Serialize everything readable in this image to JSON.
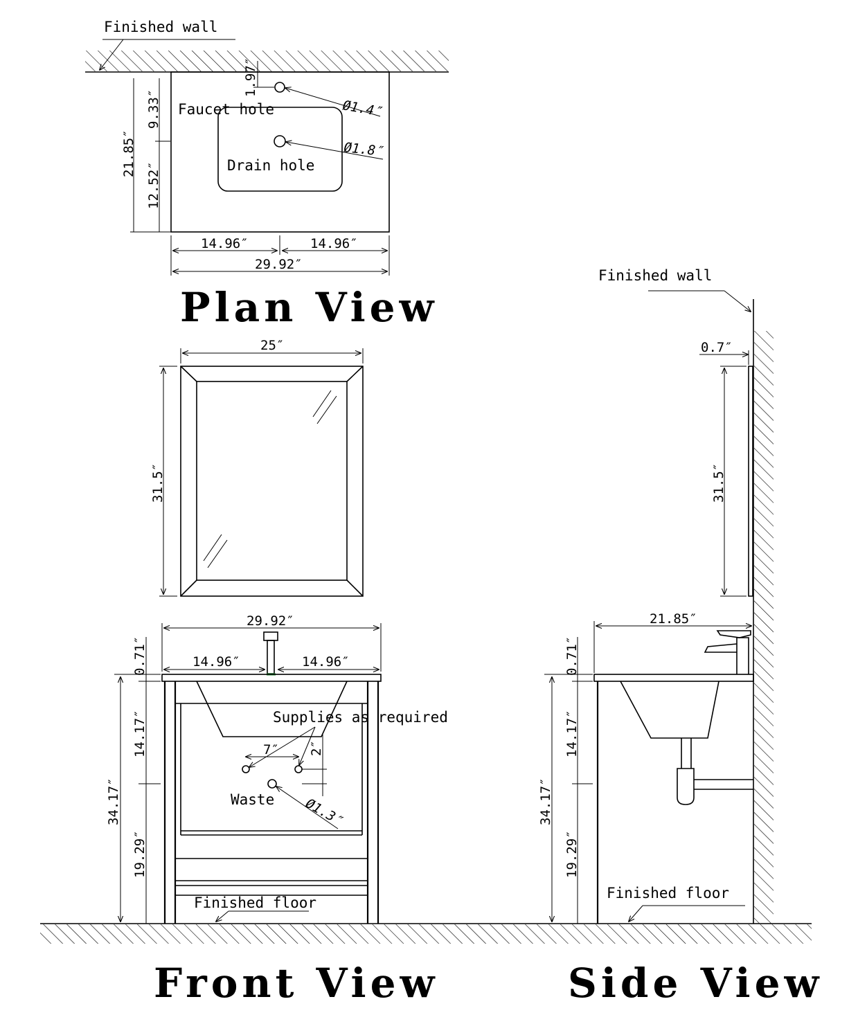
{
  "plan": {
    "finished_wall": "Finished wall",
    "faucet_hole": "Faucet hole",
    "drain_hole": "Drain hole",
    "dia_faucet": "Ø1.4″",
    "dia_drain": "Ø1.8″",
    "dim_197": "1.97″",
    "dim_933": "9.33″",
    "dim_2185": "21.85″",
    "dim_1252": "12.52″",
    "dim_half_left": "14.96″",
    "dim_half_right": "14.96″",
    "dim_total": "29.92″",
    "title": "Plan View"
  },
  "mirror": {
    "width": "25″",
    "height": "31.5″"
  },
  "front": {
    "width": "29.92″",
    "half_left": "14.96″",
    "half_right": "14.96″",
    "top_thickness": "0.71″",
    "upper": "14.17″",
    "total_height": "34.17″",
    "lower": "19.29″",
    "supplies": "Supplies as required",
    "supply_spacing": "7″",
    "supply_offset": "2″",
    "waste": "Waste",
    "waste_dia": "Ø1.3″",
    "finished_floor": "Finished floor",
    "title": "Front View"
  },
  "side": {
    "finished_wall": "Finished wall",
    "mirror_thickness": "0.7″",
    "mirror_height": "31.5″",
    "depth": "21.85″",
    "top_thickness": "0.71″",
    "upper": "14.17″",
    "total_height": "34.17″",
    "lower": "19.29″",
    "finished_floor": "Finished floor",
    "title": "Side View"
  }
}
